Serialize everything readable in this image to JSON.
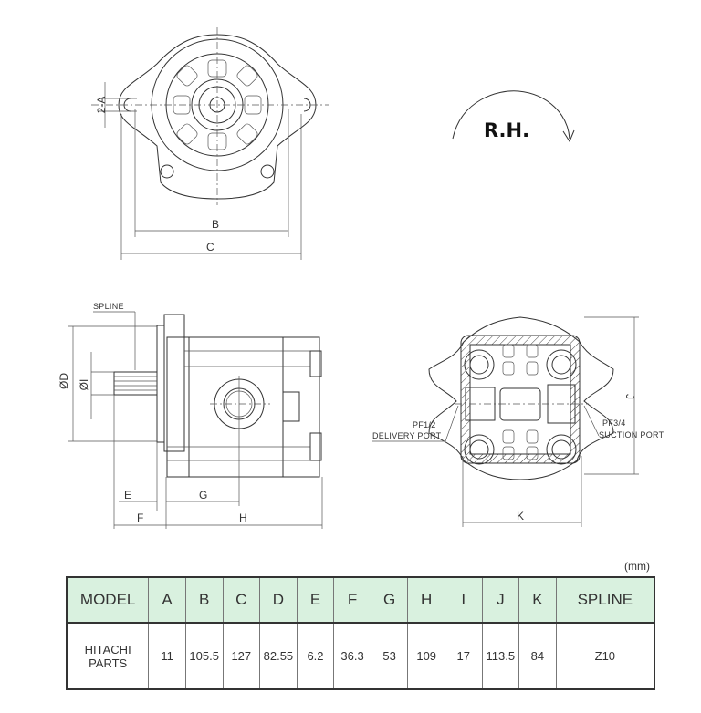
{
  "front_view": {
    "label_2a": "2-A",
    "label_b": "B",
    "label_c": "C"
  },
  "rotation": {
    "label": "R.H."
  },
  "side_view": {
    "spline": "SPLINE",
    "label_d": "ØD",
    "label_i": "ØI",
    "label_e": "E",
    "label_f": "F",
    "label_g": "G",
    "label_h": "H"
  },
  "rear_view": {
    "delivery_size": "PF1/2",
    "delivery_label": "DELIVERY PORT",
    "suction_size": "PF3/4",
    "suction_label": "SUCTION PORT",
    "label_j": "J",
    "label_k": "K"
  },
  "table": {
    "unit": "(mm)",
    "headers": [
      "MODEL",
      "A",
      "B",
      "C",
      "D",
      "E",
      "F",
      "G",
      "H",
      "I",
      "J",
      "K",
      "SPLINE"
    ],
    "rows": [
      {
        "model_line1": "HITACHI",
        "model_line2": "PARTS",
        "values": [
          "11",
          "105.5",
          "127",
          "82.55",
          "6.2",
          "36.3",
          "53",
          "109",
          "17",
          "113.5",
          "84",
          "Z10"
        ]
      }
    ]
  },
  "colors": {
    "header_bg": "#d9f1df",
    "line": "#333333"
  }
}
